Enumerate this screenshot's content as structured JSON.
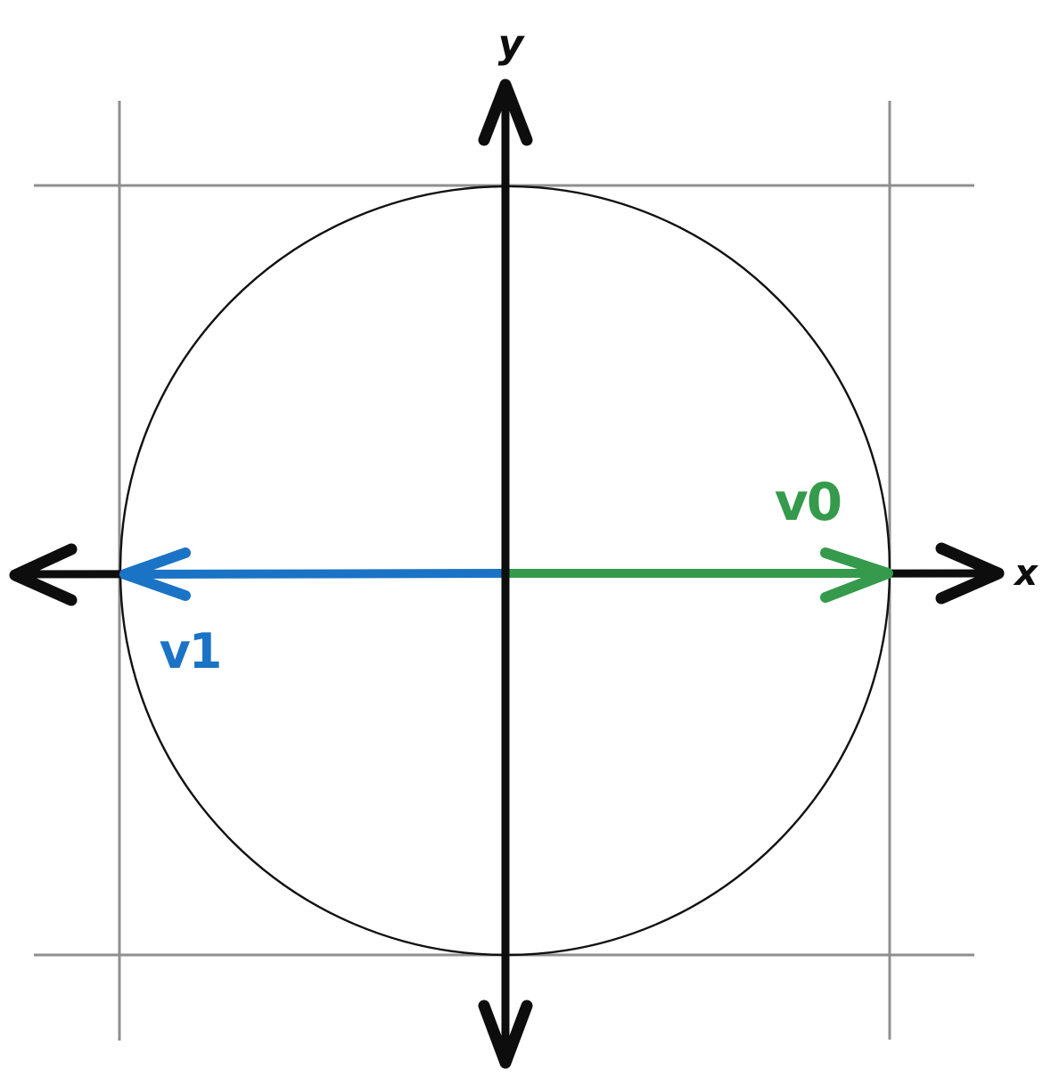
{
  "figure": {
    "kind": "hand-drawn unit circle with two opposite horizontal vectors"
  },
  "axes": {
    "x_label": "x",
    "y_label": "y"
  },
  "vectors": {
    "v0": {
      "label": "v0",
      "color": "#359a4b",
      "from": "origin",
      "to": "right edge of circle (positive x direction)"
    },
    "v1": {
      "label": "v1",
      "color": "#1b73c5",
      "from": "origin",
      "to": "left edge of circle (negative x direction)"
    }
  },
  "colors": {
    "axis": "#0d0d0d",
    "grid": "#8f8f8f",
    "circle": "#111111",
    "background": "#ffffff"
  }
}
